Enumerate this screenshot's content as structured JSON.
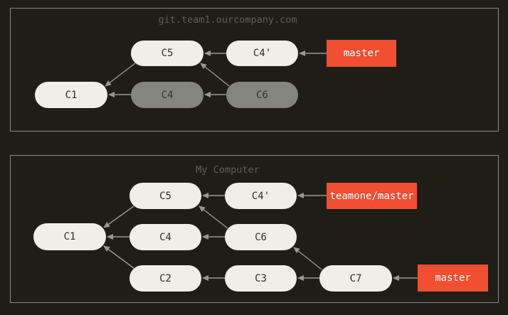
{
  "panels": {
    "server": {
      "title": "git.team1.ourcompany.com"
    },
    "local": {
      "title": "My Computer"
    }
  },
  "server_commits": {
    "c5": "C5",
    "c4p": "C4'",
    "c1": "C1",
    "c4": "C4",
    "c6": "C6"
  },
  "server_refs": {
    "master": "master"
  },
  "local_commits": {
    "c5": "C5",
    "c4p": "C4'",
    "c1": "C1",
    "c4": "C4",
    "c6": "C6",
    "c2": "C2",
    "c3": "C3",
    "c7": "C7"
  },
  "local_refs": {
    "teamone_master": "teamone/master",
    "master": "master"
  },
  "colors": {
    "background": "#1e1e17",
    "commit": "#f0efe7",
    "commit_dim": "#858580",
    "ref": "#f14e32",
    "edge": "#9a9890"
  }
}
